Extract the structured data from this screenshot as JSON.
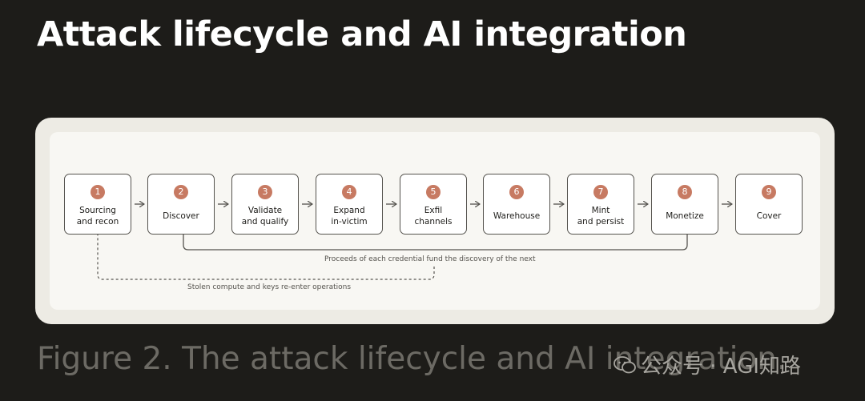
{
  "title": "Attack lifecycle and AI integration",
  "stages": [
    {
      "num": "1",
      "label": "Sourcing\nand recon"
    },
    {
      "num": "2",
      "label": "Discover"
    },
    {
      "num": "3",
      "label": "Validate\nand qualify"
    },
    {
      "num": "4",
      "label": "Expand\nin-victim"
    },
    {
      "num": "5",
      "label": "Exfil\nchannels"
    },
    {
      "num": "6",
      "label": "Warehouse"
    },
    {
      "num": "7",
      "label": "Mint\nand persist"
    },
    {
      "num": "8",
      "label": "Monetize"
    },
    {
      "num": "9",
      "label": "Cover"
    }
  ],
  "loops": {
    "proceeds": "Proceeds of each credential fund the discovery of the next",
    "stolen_compute": "Stolen compute and keys re-enter operations"
  },
  "caption": "Figure 2. The attack lifecycle and AI integration.",
  "watermark": "公众号 · AGI知路",
  "colors": {
    "background": "#1d1c19",
    "card": "#edebe4",
    "accent": "#c77a62"
  }
}
